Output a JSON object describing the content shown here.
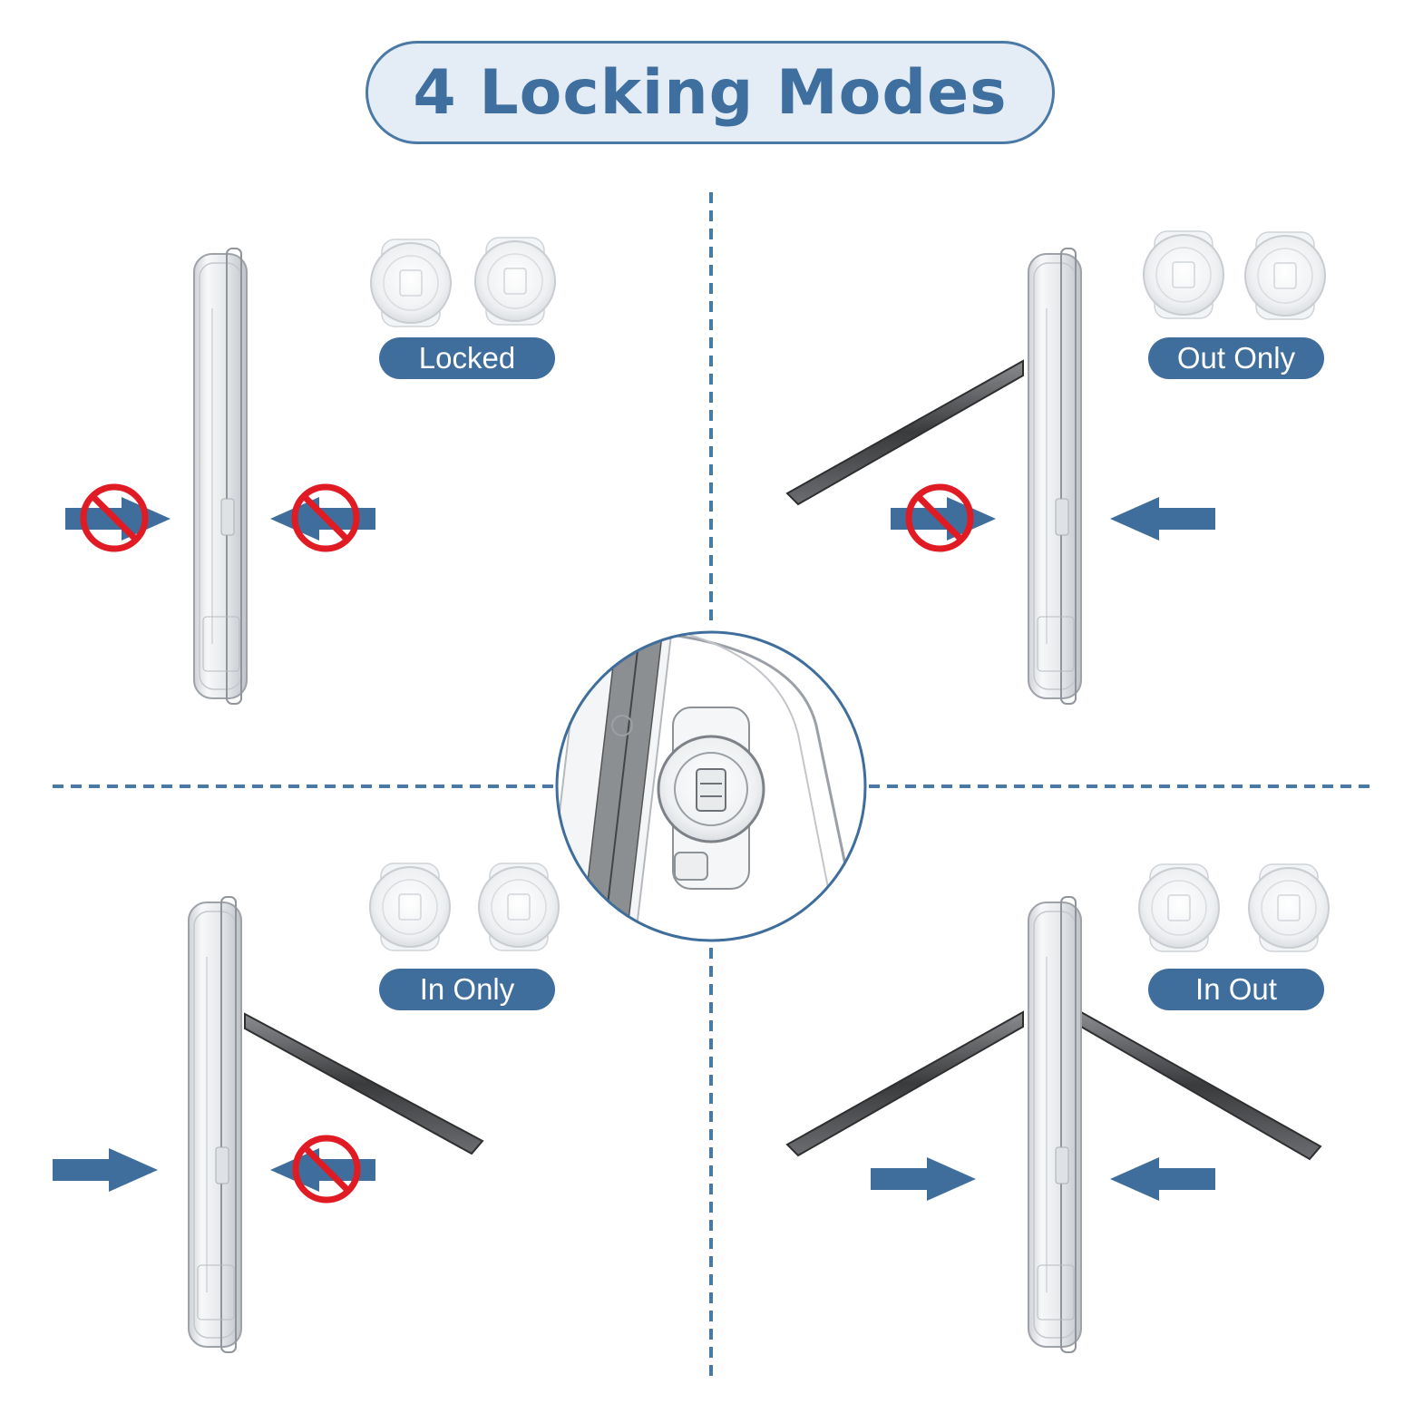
{
  "title": "4 Locking Modes",
  "colors": {
    "accent": "#3f6e9d",
    "title_bg": "#e4edf6",
    "prohibit": "#e01b24",
    "divider": "#4a79a6"
  },
  "modes": [
    {
      "label": "Locked"
    },
    {
      "label": "Out Only"
    },
    {
      "label": "In Only"
    },
    {
      "label": "In Out"
    }
  ]
}
